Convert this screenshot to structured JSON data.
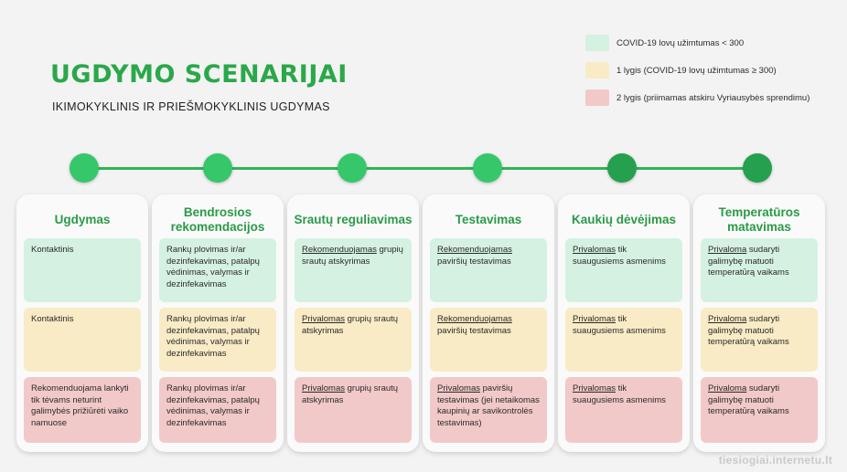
{
  "title": "UGDYMO SCENARIJAI",
  "subtitle": "IKIMOKYKLINIS IR PRIEŠMOKYKLINIS UGDYMAS",
  "colors": {
    "green_zone": "#d5f1e1",
    "yellow_zone": "#f8ebc6",
    "red_zone": "#f2c9c9",
    "accent_green": "#2fb457",
    "dot_light": "#36c76a",
    "dot_dark": "#25a04e"
  },
  "legend": [
    {
      "text": "COVID-19 lovų užimtumas < 300",
      "color": "#d5f1e1"
    },
    {
      "text": "1 lygis (COVID-19 lovų užimtumas ≥ 300)",
      "color": "#f8ebc6"
    },
    {
      "text": "2 lygis (priimamas atskiru Vyriausybės sprendimu)",
      "color": "#f2c9c9"
    }
  ],
  "columns": [
    {
      "heading": "Ugdymas",
      "cells": [
        {
          "u": "",
          "text": "Kontaktinis"
        },
        {
          "u": "",
          "text": "Kontaktinis"
        },
        {
          "u": "",
          "text": "Rekomenduojama lankyti tik tėvams neturint galimybės prižiūrėti vaiko namuose"
        }
      ]
    },
    {
      "heading": "Bendrosios rekomendacijos",
      "cells": [
        {
          "u": "",
          "text": "Rankų plovimas ir/ar dezinfekavimas, patalpų vėdinimas, valymas ir dezinfekavimas"
        },
        {
          "u": "",
          "text": "Rankų plovimas ir/ar dezinfekavimas, patalpų vėdinimas, valymas ir dezinfekavimas"
        },
        {
          "u": "",
          "text": "Rankų plovimas ir/ar dezinfekavimas, patalpų vėdinimas, valymas ir dezinfekavimas"
        }
      ]
    },
    {
      "heading": "Srautų reguliavimas",
      "cells": [
        {
          "u": "Rekomenduojamas",
          "text": " grupių srautų atskyrimas"
        },
        {
          "u": "Privalomas",
          "text": " grupių srautų atskyrimas"
        },
        {
          "u": "Privalomas",
          "text": " grupių srautų atskyrimas"
        }
      ]
    },
    {
      "heading": "Testavimas",
      "cells": [
        {
          "u": "Rekomenduojamas",
          "text": " paviršių testavimas"
        },
        {
          "u": "Rekomenduojamas",
          "text": " paviršių testavimas"
        },
        {
          "u": "Privalomas",
          "text": " paviršių testavimas (jei netaikomas kaupinių ar savikontrolės testavimas)"
        }
      ]
    },
    {
      "heading": "Kaukių dėvėjimas",
      "cells": [
        {
          "u": "Privalomas",
          "text": " tik suaugusiems asmenims"
        },
        {
          "u": "Privalomas",
          "text": " tik suaugusiems asmenims"
        },
        {
          "u": "Privalomas",
          "text": " tik suaugusiems asmenims"
        }
      ]
    },
    {
      "heading": "Temperatūros matavimas",
      "cells": [
        {
          "u": "Privaloma",
          "text": " sudaryti galimybę matuoti temperatūrą vaikams"
        },
        {
          "u": "Privaloma",
          "text": " sudaryti galimybę matuoti temperatūrą vaikams"
        },
        {
          "u": "Privaloma",
          "text": " sudaryti galimybę matuoti temperatūrą vaikams"
        }
      ]
    }
  ],
  "watermark": "tiesiogiai.internetu.lt"
}
